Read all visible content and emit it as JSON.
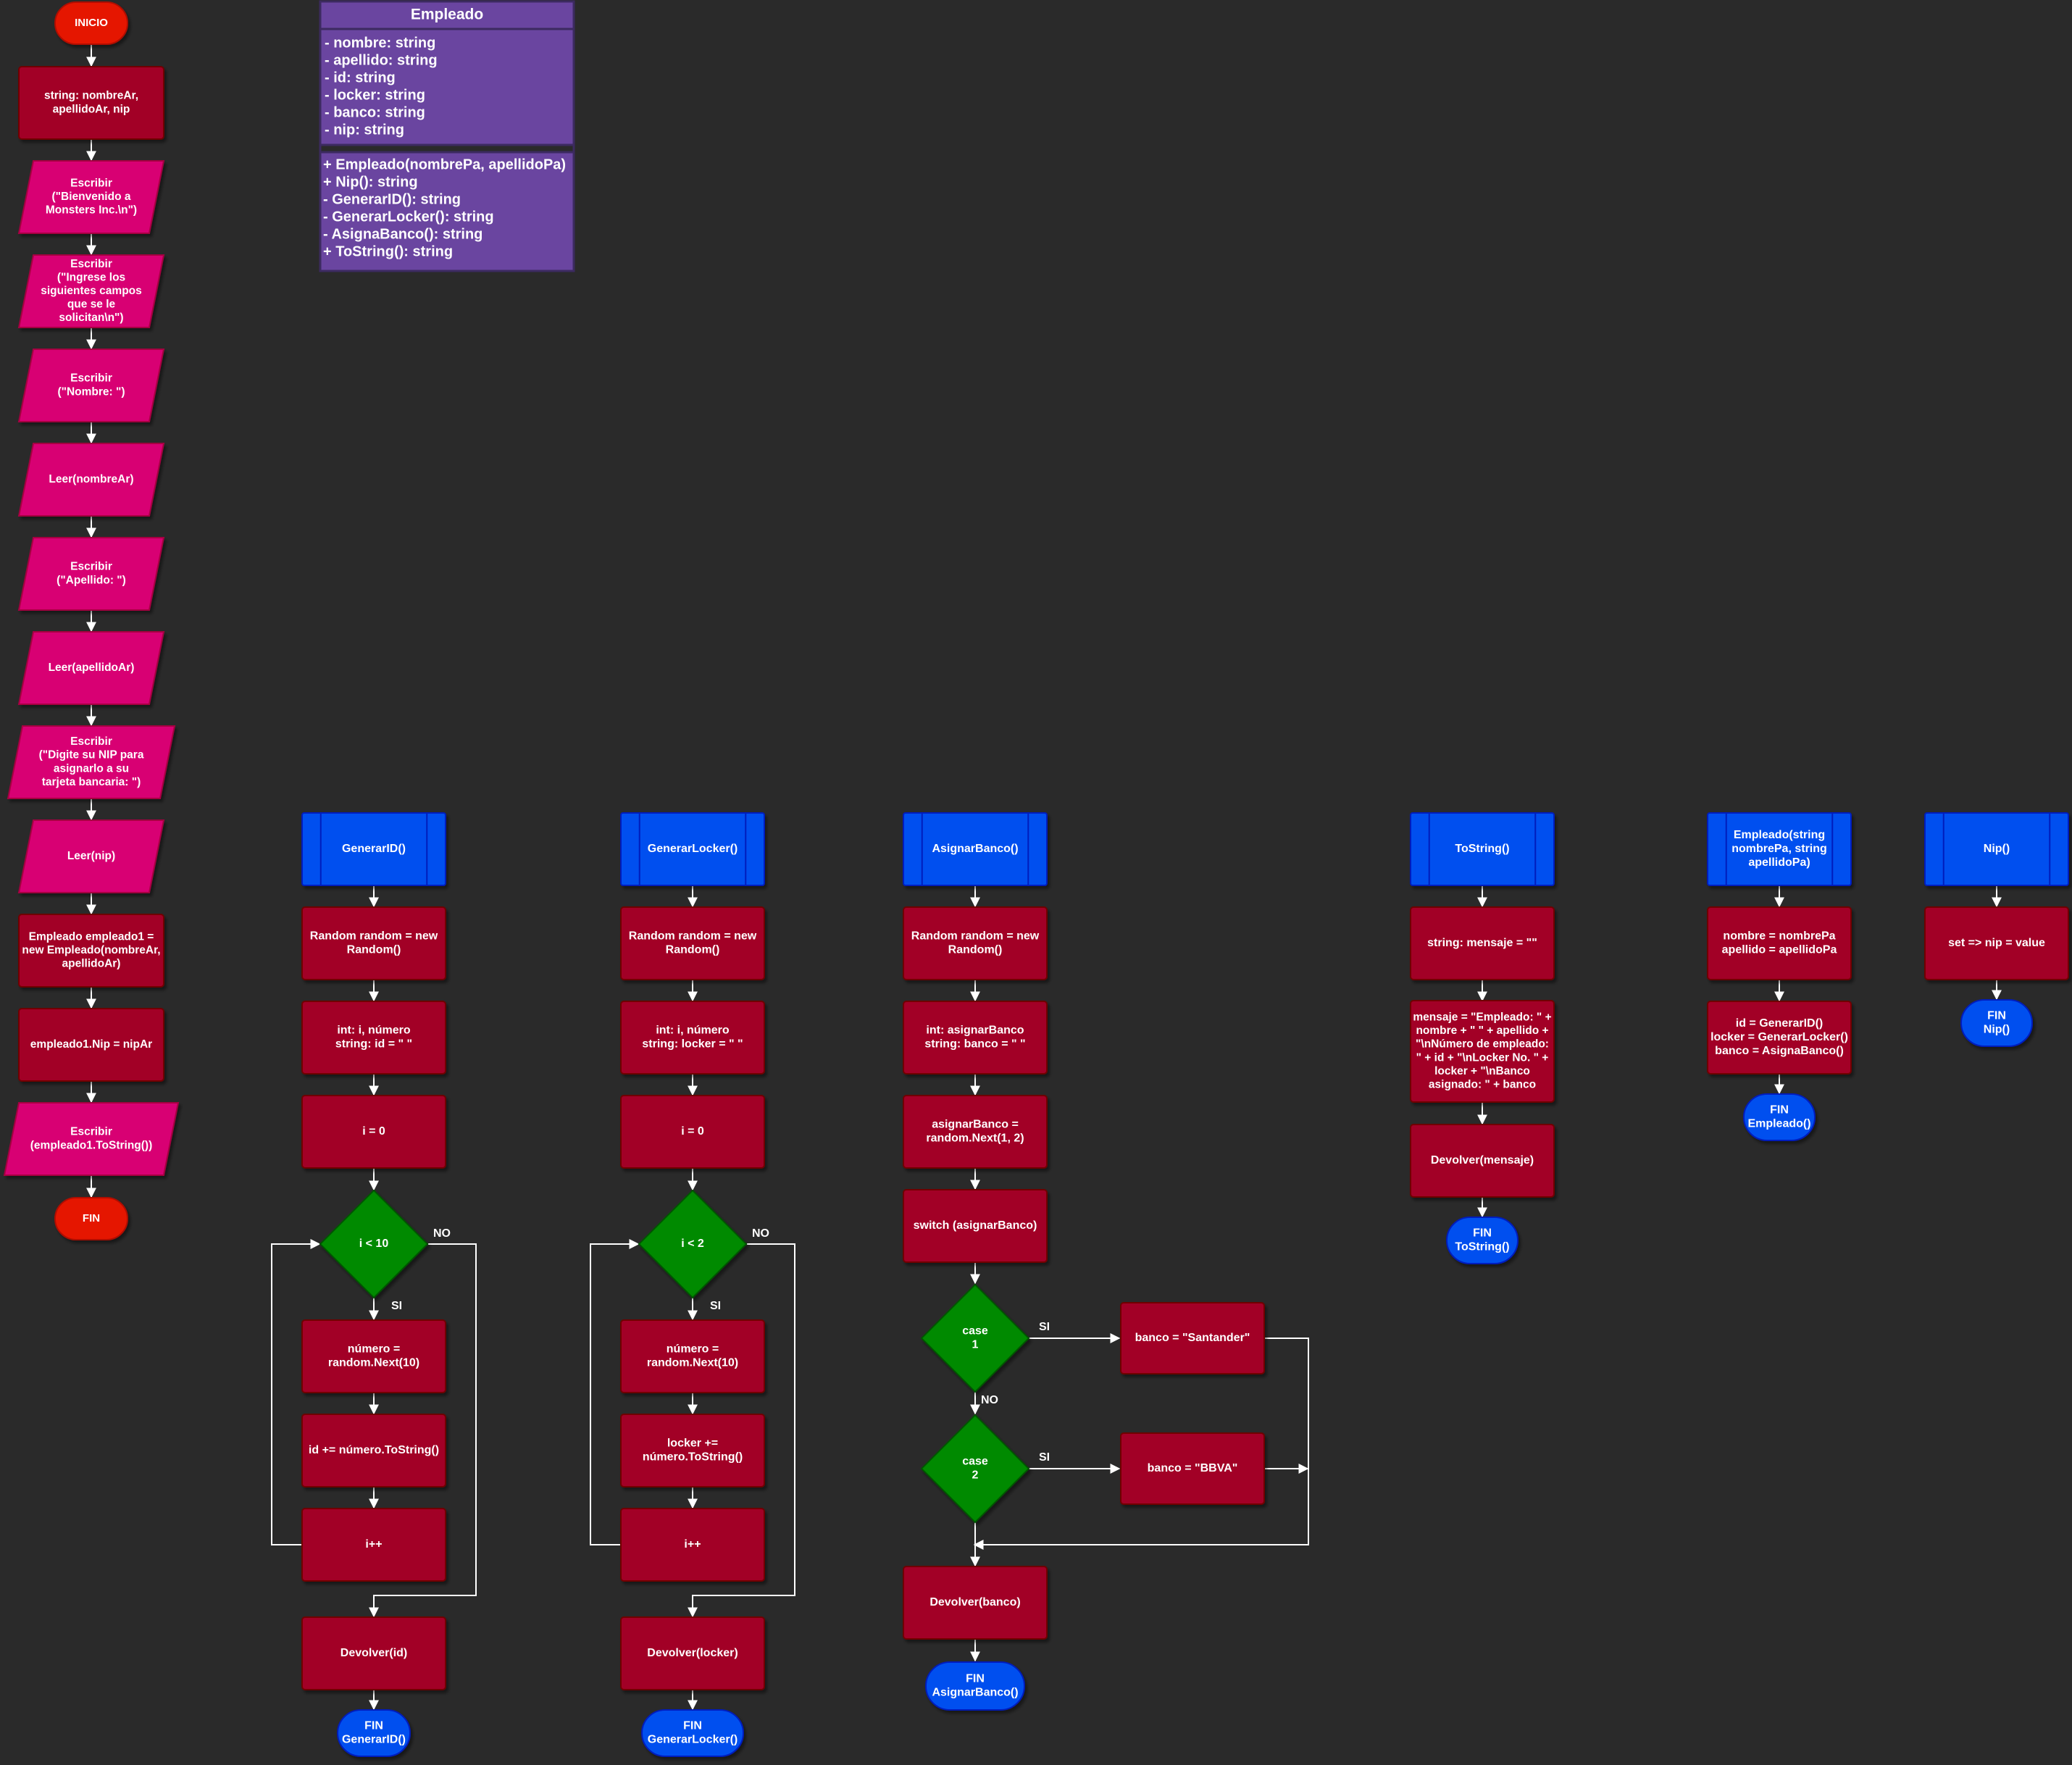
{
  "colors": {
    "background": "#2a2a2a",
    "terminal_red": "#e51400",
    "process": "#a20025",
    "io": "#d80073",
    "subroutine": "#0050ef",
    "decision": "#008a00",
    "class_box": "#6a45a0",
    "edge": "#ffffff"
  },
  "uml": {
    "title": "Empleado",
    "attributes": [
      "- nombre: string",
      "- apellido: string",
      "- id: string",
      "- locker: string",
      "- banco: string",
      "- nip: string"
    ],
    "methods": [
      "+ Empleado(nombrePa, apellidoPa)",
      "+ Nip(): string",
      "- GenerarID(): string",
      "- GenerarLocker(): string",
      "- AsignaBanco(): string",
      "+ ToString(): string"
    ]
  },
  "main": [
    [
      "INICIO"
    ],
    [
      "string: nombreAr,",
      "apellidoAr, nip"
    ],
    [
      "Escribir",
      "(\"Bienvenido a",
      "Monsters Inc.\\n\")"
    ],
    [
      "Escribir",
      "(\"Ingrese los",
      "siguientes campos",
      "que se le",
      "solicitan\\n\")"
    ],
    [
      "Escribir",
      "(\"Nombre: \")"
    ],
    [
      "Leer(nombreAr)"
    ],
    [
      "Escribir",
      "(\"Apellido: \")"
    ],
    [
      "Leer(apellidoAr)"
    ],
    [
      "Escribir",
      "(\"Digite su NIP para",
      "asignarlo a su",
      "tarjeta bancaria: \")"
    ],
    [
      "Leer(nip)"
    ],
    [
      "Empleado empleado1 =",
      "new Empleado(nombreAr,",
      "apellidoAr)"
    ],
    [
      "empleado1.Nip = nipAr"
    ],
    [
      "Escribir",
      "(empleado1.ToString())"
    ],
    [
      "FIN"
    ]
  ],
  "generar_id": [
    [
      "GenerarID()"
    ],
    [
      "Random random = new",
      "Random()"
    ],
    [
      "int: i, número",
      "string: id = \" \""
    ],
    [
      "i = 0"
    ],
    [
      "i < 10"
    ],
    [
      "número =",
      "random.Next(10)"
    ],
    [
      "id += número.ToString()"
    ],
    [
      "i++"
    ],
    [
      "Devolver(id)"
    ],
    [
      "FIN",
      "GenerarID()"
    ]
  ],
  "generar_locker": [
    [
      "GenerarLocker()"
    ],
    [
      "Random random = new",
      "Random()"
    ],
    [
      "int: i, número",
      "string: locker = \" \""
    ],
    [
      "i = 0"
    ],
    [
      "i < 2"
    ],
    [
      "número =",
      "random.Next(10)"
    ],
    [
      "locker +=",
      "número.ToString()"
    ],
    [
      "i++"
    ],
    [
      "Devolver(locker)"
    ],
    [
      "FIN",
      "GenerarLocker()"
    ]
  ],
  "asignar_banco": [
    [
      "AsignarBanco()"
    ],
    [
      "Random random = new",
      "Random()"
    ],
    [
      "int: asignarBanco",
      "string: banco = \" \""
    ],
    [
      "asignarBanco =",
      "random.Next(1, 2)"
    ],
    [
      "switch (asignarBanco)"
    ],
    [
      "case",
      "1"
    ],
    [
      "banco = \"Santander\""
    ],
    [
      "case",
      "2"
    ],
    [
      "banco = \"BBVA\""
    ],
    [
      "Devolver(banco)"
    ],
    [
      "FIN",
      "AsignarBanco()"
    ]
  ],
  "to_string": [
    [
      "ToString()"
    ],
    [
      "string: mensaje = \"\""
    ],
    [
      "mensaje = \"Empleado: \" +",
      "nombre + \" \" + apellido +",
      "\"\\nNúmero de empleado:",
      "\" + id + \"\\nLocker No. \" +",
      "locker + \"\\nBanco",
      "asignado: \" + banco"
    ],
    [
      "Devolver(mensaje)"
    ],
    [
      "FIN",
      "ToString()"
    ]
  ],
  "constructor": [
    [
      "Empleado(string",
      "nombrePa, string",
      "apellidoPa)"
    ],
    [
      "nombre = nombrePa",
      "apellido = apellidoPa"
    ],
    [
      "id = GenerarID()",
      "locker = GenerarLocker()",
      "banco = AsignaBanco()"
    ],
    [
      "FIN",
      "Empleado()"
    ]
  ],
  "nip": [
    [
      "Nip()"
    ],
    [
      "set => nip = value"
    ],
    [
      "FIN",
      "Nip()"
    ]
  ],
  "edge_labels": {
    "yes": "SI",
    "no": "NO"
  }
}
